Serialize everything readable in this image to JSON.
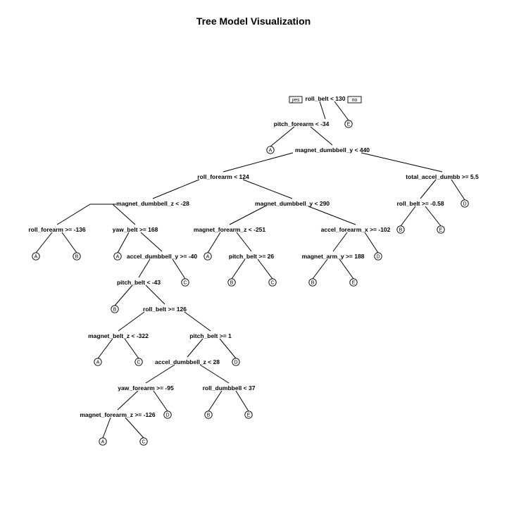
{
  "title": "Tree Model Visualization",
  "root_labels": {
    "yes": "yes",
    "no": "no"
  },
  "nodes": [
    {
      "id": "n1",
      "label": "roll_belt < 130"
    },
    {
      "id": "n2",
      "label": "pitch_forearm < -34"
    },
    {
      "id": "l3",
      "leaf": "E"
    },
    {
      "id": "l4",
      "leaf": "A"
    },
    {
      "id": "n5",
      "label": "magnet_dumbbell_y < 440"
    },
    {
      "id": "n6",
      "label": "roll_forearm < 124"
    },
    {
      "id": "n7",
      "label": "total_accel_dumbb >= 5.5"
    },
    {
      "id": "n8",
      "label": "magnet_dumbbell_z < -28"
    },
    {
      "id": "n9",
      "label": "magnet_dumbbell_y < 290"
    },
    {
      "id": "n10",
      "label": "roll_belt >= -0.58"
    },
    {
      "id": "l11",
      "leaf": "D"
    },
    {
      "id": "n12",
      "label": "roll_forearm >= -136"
    },
    {
      "id": "n13",
      "label": "yaw_belt >= 168"
    },
    {
      "id": "n14",
      "label": "magnet_forearm_z < -251"
    },
    {
      "id": "n15",
      "label": "accel_forearm_x >= -102"
    },
    {
      "id": "l16",
      "leaf": "B"
    },
    {
      "id": "l17",
      "leaf": "E"
    },
    {
      "id": "l18",
      "leaf": "A"
    },
    {
      "id": "l19",
      "leaf": "B"
    },
    {
      "id": "l20",
      "leaf": "A"
    },
    {
      "id": "n21",
      "label": "accel_dumbbell_y >= -40"
    },
    {
      "id": "l22",
      "leaf": "A"
    },
    {
      "id": "n23",
      "label": "pitch_belt >= 26"
    },
    {
      "id": "n24",
      "label": "magnet_arm_y >= 188"
    },
    {
      "id": "l25",
      "leaf": "D"
    },
    {
      "id": "n26",
      "label": "pitch_belt < -43"
    },
    {
      "id": "l27",
      "leaf": "C"
    },
    {
      "id": "l28",
      "leaf": "B"
    },
    {
      "id": "l29",
      "leaf": "C"
    },
    {
      "id": "l30",
      "leaf": "B"
    },
    {
      "id": "l31",
      "leaf": "E"
    },
    {
      "id": "l32",
      "leaf": "B"
    },
    {
      "id": "n33",
      "label": "roll_belt >= 126"
    },
    {
      "id": "n34",
      "label": "magnet_belt_z < -322"
    },
    {
      "id": "n35",
      "label": "pitch_belt >= 1"
    },
    {
      "id": "l36",
      "leaf": "A"
    },
    {
      "id": "l37",
      "leaf": "C"
    },
    {
      "id": "n38",
      "label": "accel_dumbbell_z < 28"
    },
    {
      "id": "l39",
      "leaf": "D"
    },
    {
      "id": "n40",
      "label": "yaw_forearm >= -95"
    },
    {
      "id": "n41",
      "label": "roll_dumbbell < 37"
    },
    {
      "id": "n42",
      "label": "magnet_forearm_z >= -126"
    },
    {
      "id": "l43",
      "leaf": "D"
    },
    {
      "id": "l44",
      "leaf": "B"
    },
    {
      "id": "l45",
      "leaf": "E"
    },
    {
      "id": "l46",
      "leaf": "A"
    },
    {
      "id": "l47",
      "leaf": "C"
    }
  ]
}
